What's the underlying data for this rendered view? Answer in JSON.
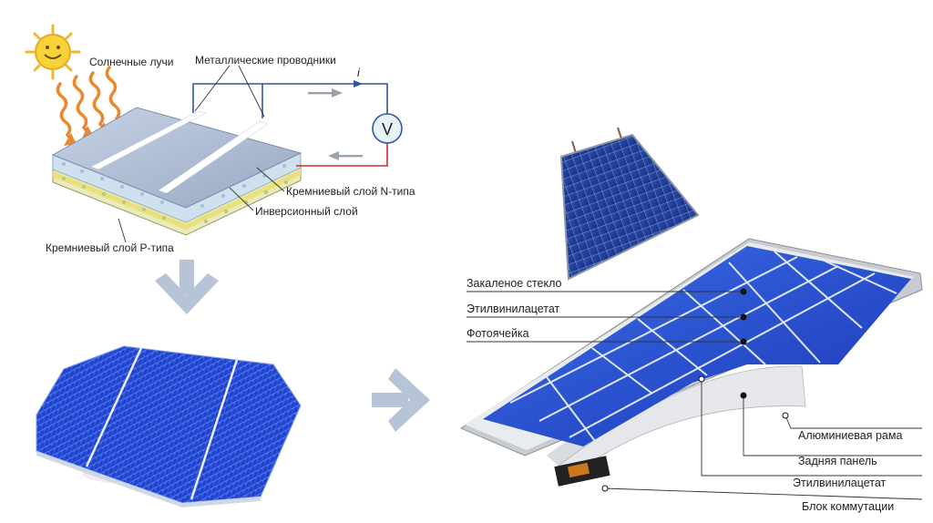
{
  "cell_diagram": {
    "sun_rays_label": "Солнечные лучи",
    "metal_conductors_label": "Металлические проводники",
    "current_symbol": "i",
    "voltmeter_symbol": "V",
    "n_layer_label": "Кремниевый слой N-типа",
    "inversion_layer_label": "Инверсионный слой",
    "p_layer_label": "Кремниевый слой P-типа"
  },
  "panel_layers": {
    "tempered_glass": "Закаленое стекло",
    "eva_top": "Этилвинилацетат",
    "photocell": "Фотоячейка",
    "aluminum_frame": "Алюминиевая рама",
    "back_panel": "Задняя панель",
    "eva_bottom": "Этилвинилацетат",
    "junction_box": "Блок коммутации"
  },
  "colors": {
    "sun": "#f7d33a",
    "rays": "#e8892f",
    "wafer_blue": "#2b4fd6",
    "n_layer": "#cfe0ee",
    "inversion_layer": "#e8e07a",
    "p_layer": "#e9ebb9",
    "red_wire": "#d42a2a",
    "blue_wire": "#2d56a8",
    "arrow_gray": "#b7c3d6"
  }
}
